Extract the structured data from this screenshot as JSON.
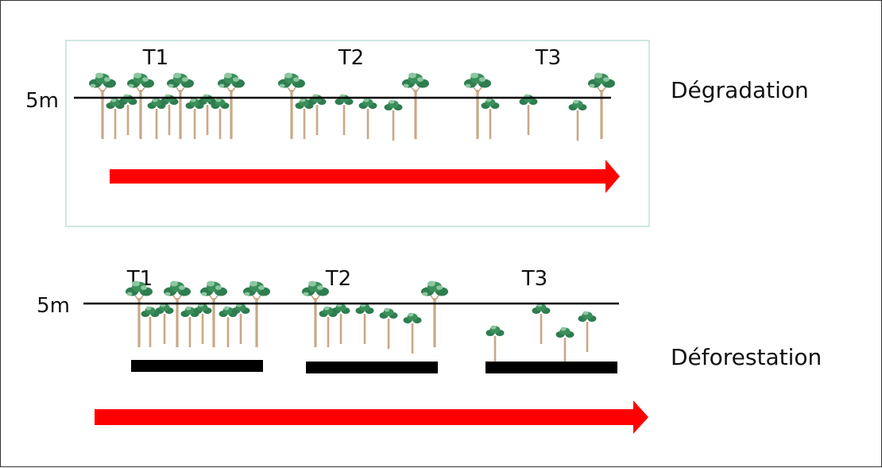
{
  "panels": {
    "degradation": {
      "title": "Dégradation",
      "height_label": "5m",
      "stages": [
        "T1",
        "T2",
        "T3"
      ]
    },
    "deforestation": {
      "title": "Déforestation",
      "height_label": "5m",
      "stages": [
        "T1",
        "T2",
        "T3"
      ]
    }
  },
  "colors": {
    "panel_border": "#cfe7e3",
    "trunk": "#c9a887",
    "canopy_dark": "#2e7d4f",
    "canopy_light": "#8cc7a0",
    "arrow": "#ff0000",
    "ground_bar": "#000000",
    "line": "#000000"
  },
  "icons": [
    "tree-icon"
  ]
}
